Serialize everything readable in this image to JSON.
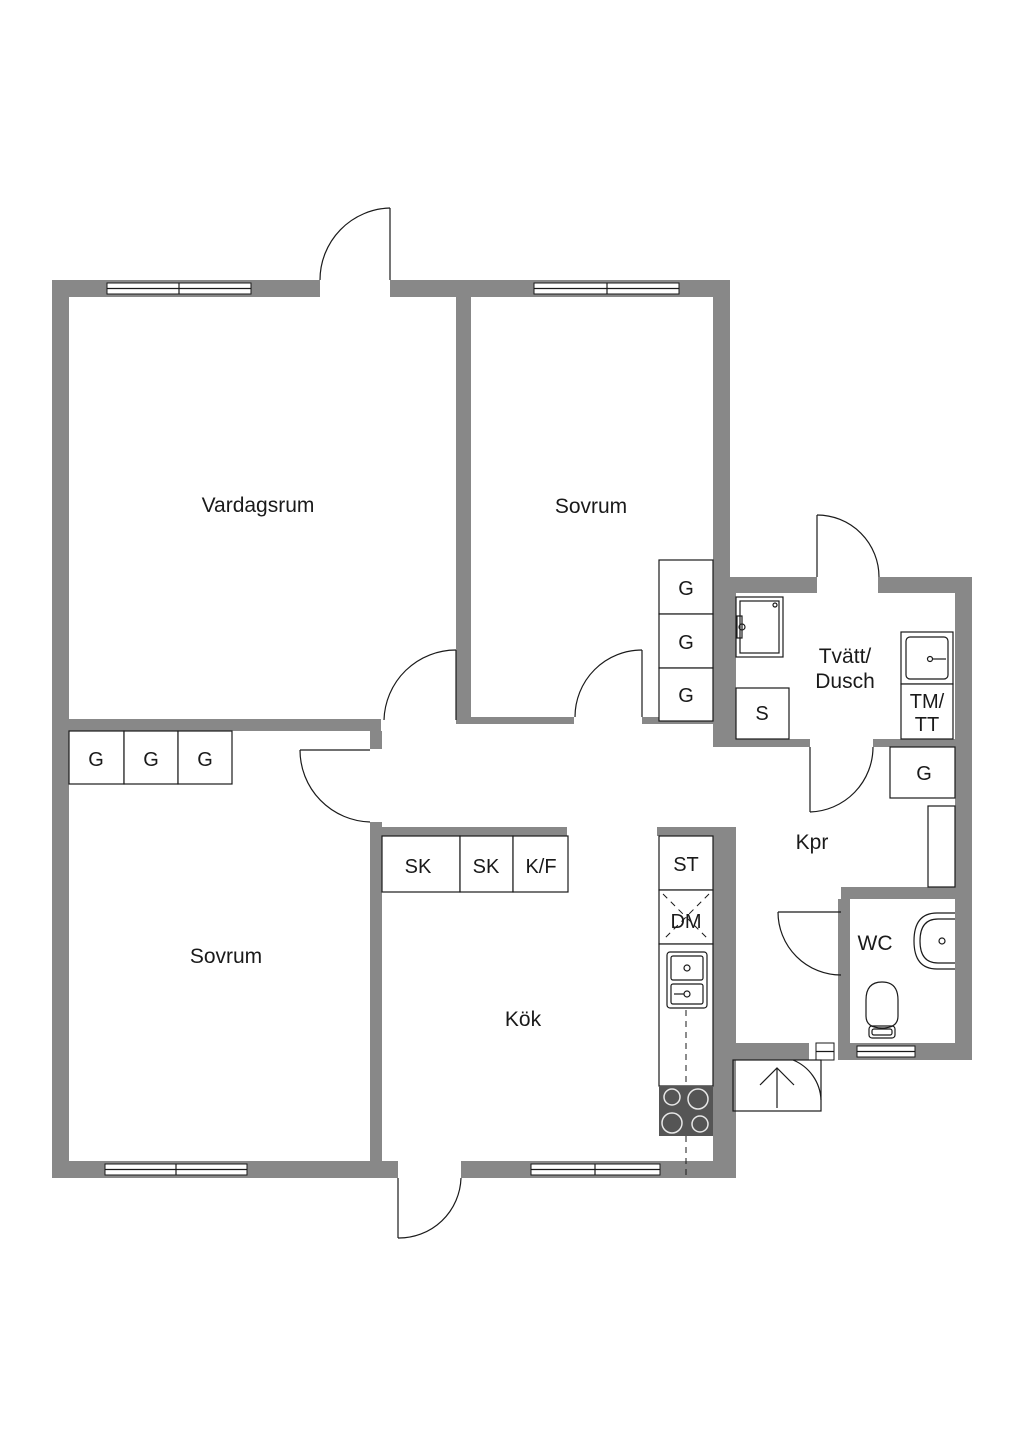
{
  "rooms": {
    "vardagsrum": "Vardagsrum",
    "sovrum_top": "Sovrum",
    "sovrum_bottom": "Sovrum",
    "kok": "Kök",
    "kpr": "Kpr",
    "tvatt_line1": "Tvätt/",
    "tvatt_line2": "Dusch",
    "wc": "WC"
  },
  "fixtures": {
    "g": "G",
    "sk": "SK",
    "kf": "K/F",
    "st": "ST",
    "dm": "DM",
    "s": "S",
    "tm": "TM/",
    "tt": "TT"
  },
  "colors": {
    "wall": "#888888",
    "line": "#1a1a1a",
    "stove": "#555555"
  }
}
